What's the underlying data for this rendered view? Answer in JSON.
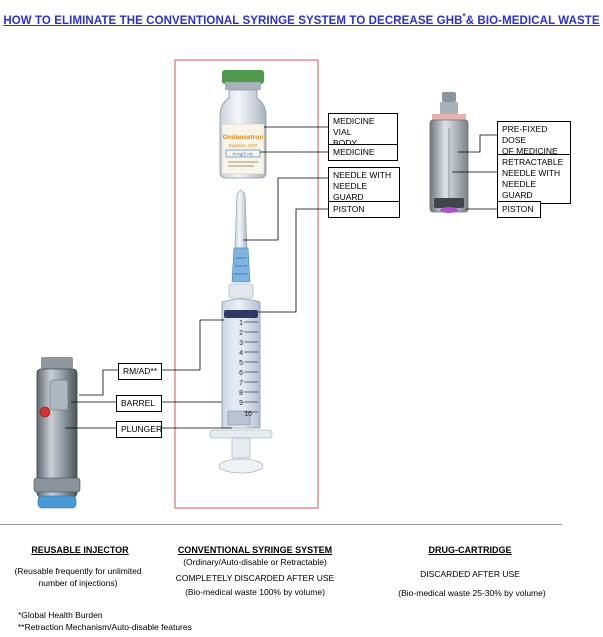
{
  "title": {
    "main": "HOW TO ELIMINATE THE CONVENTIONAL SYRINGE SYSTEM TO DECREASE  GHB",
    "sup": "*",
    "tail": "& BIO-MEDICAL WASTE"
  },
  "vial_label": {
    "brand": "Ondansetron",
    "sub": "Injection, USP",
    "dose": "4 mg/2 mL"
  },
  "syringe_marks": [
    "1",
    "2",
    "3",
    "4",
    "5",
    "6",
    "7",
    "8",
    "9",
    "10"
  ],
  "labels": {
    "medicine_vial_body": "MEDICINE VIAL\nBODY",
    "medicine": "MEDICINE",
    "needle_with_guard": "NEEDLE WITH\nNEEDLE GUARD",
    "piston_center": "PISTON",
    "pre_fixed_dose": "PRE-FIXED DOSE\nOF MEDICINE",
    "retractable_needle": "RETRACTABLE\nNEEDLE WITH\nNEEDLE GUARD",
    "piston_right": "PISTON",
    "rm_ad": "RM/AD**",
    "barrel": "BARREL",
    "plunger": "PLUNGER"
  },
  "columns": {
    "left": {
      "title": "REUSABLE INJECTOR",
      "line1": "(Reusable frequently for unlimited",
      "line2": "number of injections)"
    },
    "center": {
      "title": "CONVENTIONAL SYRINGE SYSTEM",
      "line1": "(Ordinary/Auto-disable or Retractable)",
      "line2": "COMPLETELY DISCARDED AFTER USE",
      "line3": "(Bio-medical waste 100% by volume)"
    },
    "right": {
      "title": "DRUG-CARTRIDGE",
      "line1": "DISCARDED AFTER USE",
      "line2": "(Bio-medical waste 25-30% by volume)"
    }
  },
  "footnotes": {
    "f1": "*Global Health Burden",
    "f2": "**Retraction Mechanism/Auto-disable features"
  },
  "colors": {
    "title": "#2b2fd6",
    "frame": "#d9534f",
    "vial_cap": "#4f9a4a",
    "plunger_blue": "#5a7fc4",
    "needle_hub": "#3b82c4",
    "cartridge_tip": "#b050c8"
  }
}
